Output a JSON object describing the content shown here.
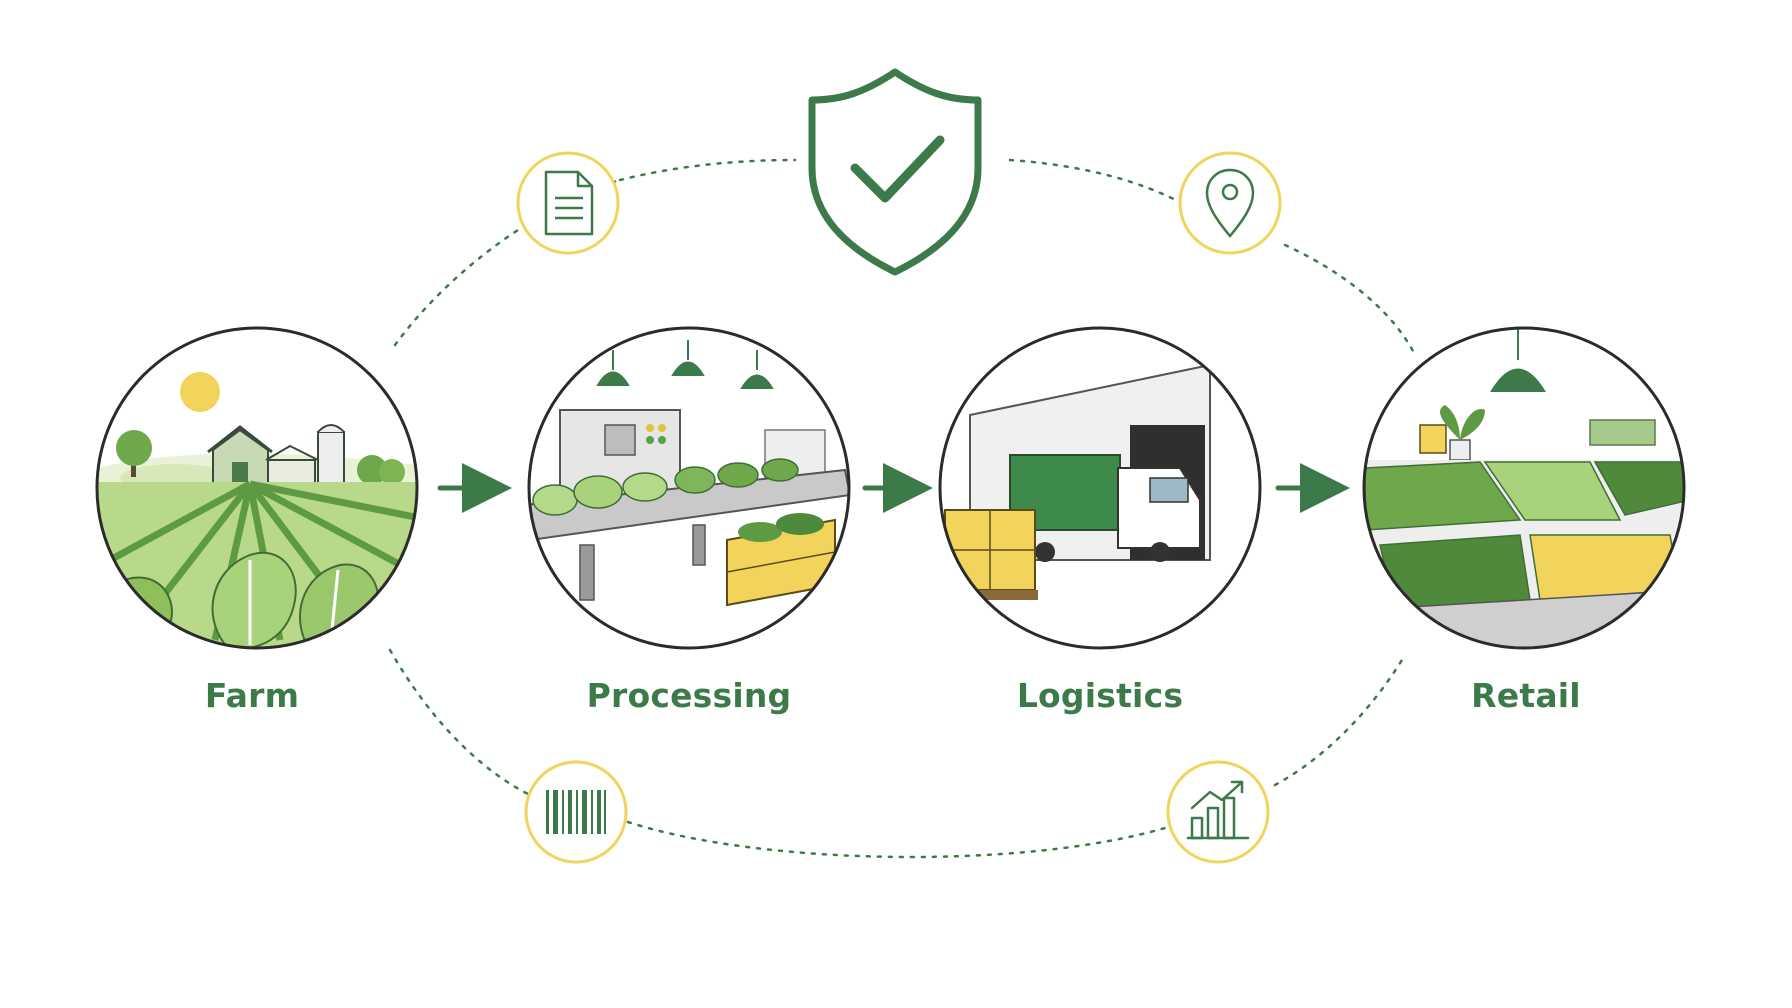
{
  "stages": [
    {
      "id": "farm",
      "label": "Farm"
    },
    {
      "id": "processing",
      "label": "Processing"
    },
    {
      "id": "logistics",
      "label": "Logistics"
    },
    {
      "id": "retail",
      "label": "Retail"
    }
  ],
  "icons": {
    "center": "shield-check-icon",
    "top_left": "document-icon",
    "top_right": "location-pin-icon",
    "bottom_left": "barcode-icon",
    "bottom_right": "bar-chart-growth-icon"
  },
  "colors": {
    "primary_green": "#3d7a4a",
    "light_green": "#8fbf5a",
    "yellow": "#f2d45c",
    "circle_stroke": "#2b2b2b"
  }
}
